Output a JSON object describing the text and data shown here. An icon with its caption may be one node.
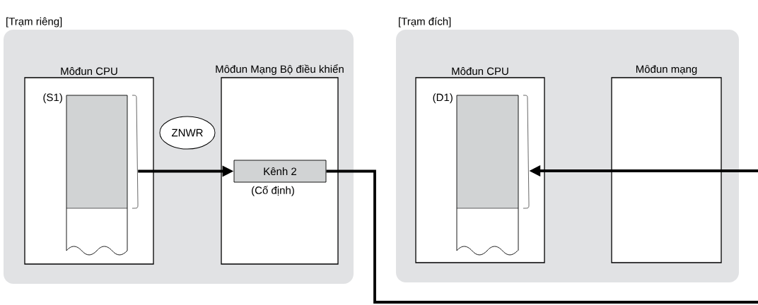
{
  "diagram": {
    "nodes": [
      {
        "text": [
          "[Trạm riêng]"
        ]
      },
      {
        "text": [
          "Môđun CPU"
        ],
        "in": 0
      },
      {
        "text": [],
        "shape": "box",
        "in": 1,
        "beside": [
          "(S1)"
        ]
      },
      {
        "text": [
          "Môđun Mạng Bộ điều khiển"
        ],
        "in": 0
      },
      {
        "text": [
          "Kênh 2"
        ],
        "in": 3,
        "beside": [
          "(Cố định)"
        ]
      },
      {
        "text": [
          "ZNWR"
        ],
        "in": 0
      },
      {
        "text": [
          "[Trạm đích]"
        ]
      },
      {
        "text": [
          "Môđun CPU"
        ],
        "in": 6
      },
      {
        "text": [],
        "shape": "box",
        "in": 7,
        "beside": [
          "(D1)"
        ]
      },
      {
        "text": [
          "Môđun mạng"
        ],
        "in": 6
      }
    ],
    "edges": [
      {
        "from": 2,
        "to": 4,
        "arrow": "to"
      },
      {
        "from": 4,
        "to": null,
        "arrow": "none"
      },
      {
        "from": null,
        "to": 8,
        "arrow": "to"
      }
    ]
  }
}
